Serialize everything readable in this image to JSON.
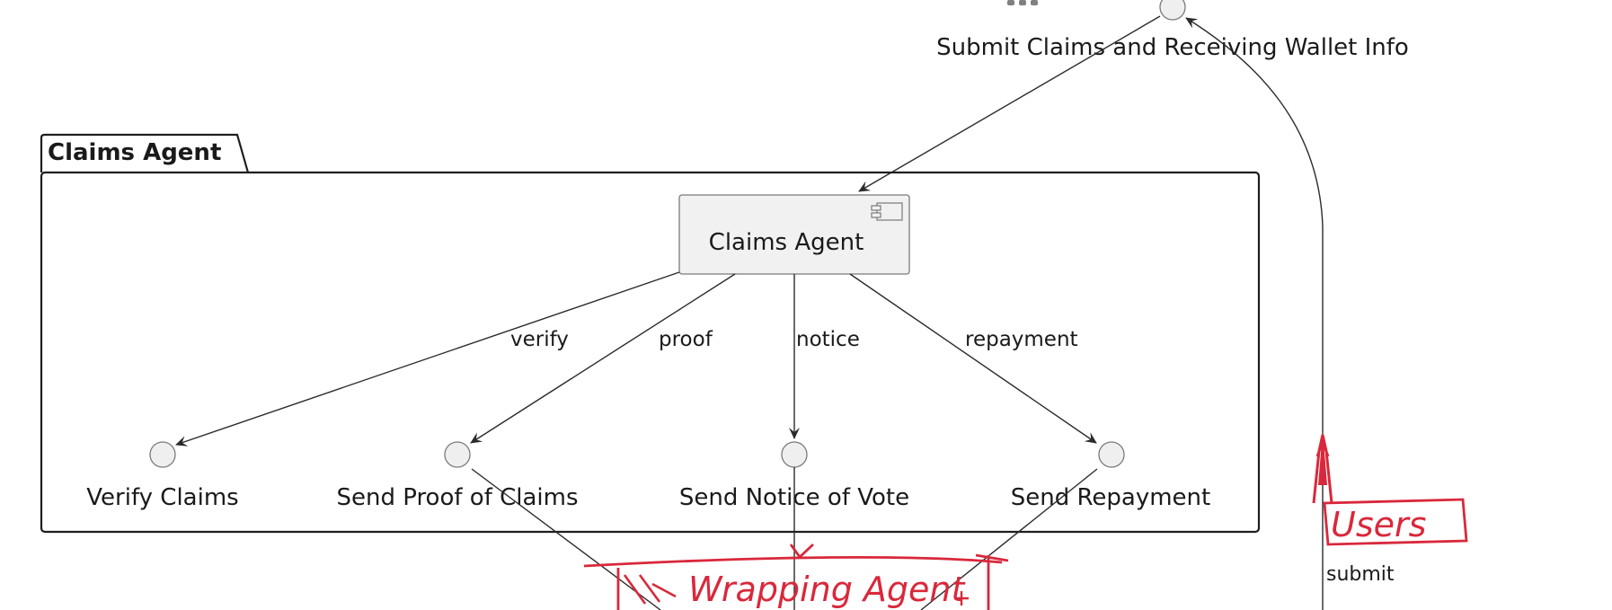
{
  "top": {
    "interface_label": "Submit Claims and Receiving Wallet Info"
  },
  "package": {
    "tab_title": "Claims Agent",
    "component_label": "Claims Agent"
  },
  "edges": {
    "verify": "verify",
    "proof": "proof",
    "notice": "notice",
    "repayment": "repayment",
    "submit": "submit"
  },
  "interfaces": {
    "verify_claims": "Verify Claims",
    "send_proof": "Send Proof of Claims",
    "send_notice": "Send Notice of Vote",
    "send_repayment": "Send Repayment"
  },
  "annotations": {
    "users": "Users",
    "wrapping_agent": "Wrapping Agent"
  },
  "colors": {
    "line": "#2b2b2b",
    "interface_fill": "#efefef",
    "component_fill": "#f1f1f1",
    "annotation": "#d9283b"
  }
}
